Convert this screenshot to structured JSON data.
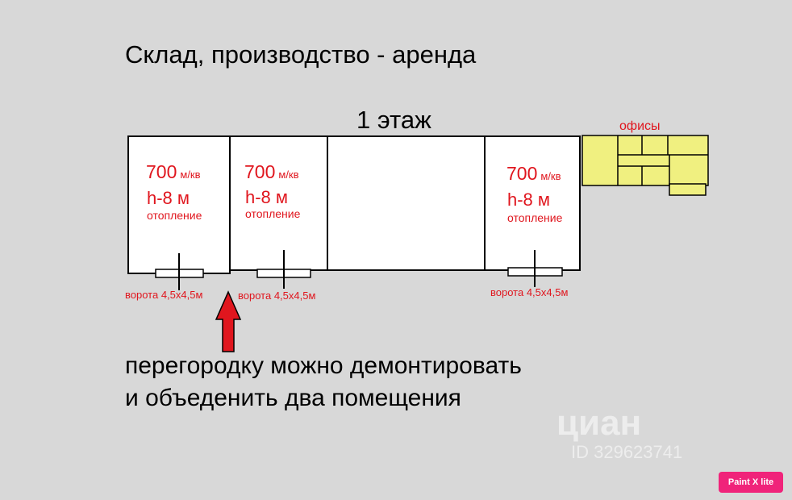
{
  "title": "Склад, производство - аренда",
  "floor_label": "1 этаж",
  "rooms": [
    {
      "area_value": "700",
      "area_unit": "м/кв",
      "height": "h-8 м",
      "heating": "отопление",
      "gate": "ворота 4,5х4,5м"
    },
    {
      "area_value": "700",
      "area_unit": "м/кв",
      "height": "h-8 м",
      "heating": "отопление",
      "gate": "ворота 4,5х4,5м"
    },
    {
      "area_value": "700",
      "area_unit": "м/кв",
      "height": "h-8 м",
      "heating": "отопление",
      "gate": "ворота 4,5х4,5м"
    }
  ],
  "offices_label": "офисы",
  "note": {
    "line1": "перегородку можно демонтировать",
    "line2": "и объеденить два помещения"
  },
  "watermark": {
    "brand": "циан",
    "id": "ID 329623741"
  },
  "badge": "Paint X lite",
  "colors": {
    "background": "#d8d8d8",
    "red_text": "#e0161e",
    "office_fill": "#f0f080",
    "arrow": "#e0161e"
  }
}
